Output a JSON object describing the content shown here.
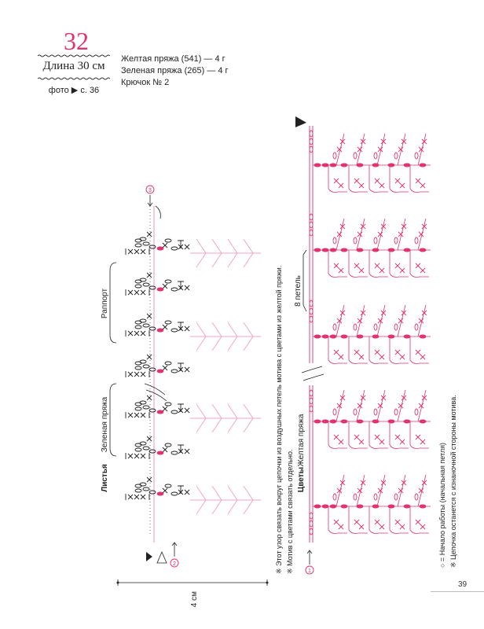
{
  "header": {
    "pattern_number": "32",
    "length_label": "Длина 30 см",
    "photo_ref": "фото ▶ с. 36"
  },
  "materials": [
    "Желтая пряжа (541) — 4 г",
    "Зеленая пряжа (265) — 4 г",
    "Крючок № 2"
  ],
  "left_diagram": {
    "rapport_label": "Раппорт",
    "leaves_label": "Листья",
    "green_yarn_label": "Зеленая пряжа",
    "width_label": "4 см",
    "marker_start": "3",
    "marker_end": "2",
    "note_1": "※ Этот узор связать вокруг цепочки из воздушных петель мотива с цветами из желтой пряжи.",
    "note_2": "※ Мотив с цветами связать отдельно."
  },
  "right_diagram": {
    "chain_label": "8 петель",
    "yellow_yarn_label": "Желтая пряжа",
    "flowers_label": "Цветы",
    "marker_start": "1",
    "legend_1": "○ = Начало работы (начальная петля)",
    "legend_2": "※ Цепочка останется с изнаночной стороны мотива."
  },
  "page": {
    "number": "39"
  },
  "colors": {
    "accent": "#e0336f",
    "ink": "#222222",
    "pink_light": "#f2a7bf"
  }
}
